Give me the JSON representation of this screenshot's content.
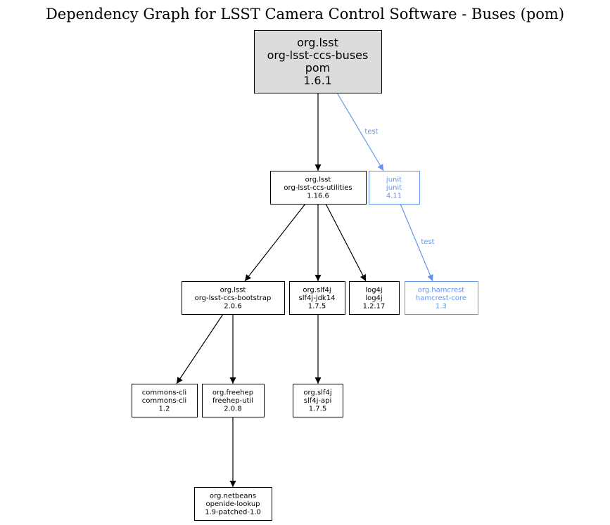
{
  "title": "Dependency Graph for LSST Camera Control Software - Buses (pom)",
  "colors": {
    "test": "#6495ed",
    "root_fill": "#dcdcdc",
    "default": "#000000"
  },
  "nodes": [
    {
      "id": "buses",
      "lines": [
        "org.lsst",
        "org-lsst-ccs-buses",
        "pom",
        "1.6.1"
      ],
      "kind": "root"
    },
    {
      "id": "utilities",
      "lines": [
        "org.lsst",
        "org-lsst-ccs-utilities",
        "1.16.6"
      ],
      "kind": "normal"
    },
    {
      "id": "junit",
      "lines": [
        "junit",
        "junit",
        "4.11"
      ],
      "kind": "test"
    },
    {
      "id": "bootstrap",
      "lines": [
        "org.lsst",
        "org-lsst-ccs-bootstrap",
        "2.0.6"
      ],
      "kind": "normal"
    },
    {
      "id": "slf4j-jdk14",
      "lines": [
        "org.slf4j",
        "slf4j-jdk14",
        "1.7.5"
      ],
      "kind": "normal"
    },
    {
      "id": "log4j",
      "lines": [
        "log4j",
        "log4j",
        "1.2.17"
      ],
      "kind": "normal"
    },
    {
      "id": "hamcrest",
      "lines": [
        "org.hamcrest",
        "hamcrest-core",
        "1.3"
      ],
      "kind": "test"
    },
    {
      "id": "commons-cli",
      "lines": [
        "commons-cli",
        "commons-cli",
        "1.2"
      ],
      "kind": "normal"
    },
    {
      "id": "freehep",
      "lines": [
        "org.freehep",
        "freehep-util",
        "2.0.8"
      ],
      "kind": "normal"
    },
    {
      "id": "slf4j-api",
      "lines": [
        "org.slf4j",
        "slf4j-api",
        "1.7.5"
      ],
      "kind": "normal"
    },
    {
      "id": "openide",
      "lines": [
        "org.netbeans",
        "openide-lookup",
        "1.9-patched-1.0"
      ],
      "kind": "normal"
    }
  ],
  "edges": [
    {
      "from": "buses",
      "to": "utilities",
      "label": ""
    },
    {
      "from": "buses",
      "to": "junit",
      "label": "test"
    },
    {
      "from": "utilities",
      "to": "bootstrap",
      "label": ""
    },
    {
      "from": "utilities",
      "to": "slf4j-jdk14",
      "label": ""
    },
    {
      "from": "utilities",
      "to": "log4j",
      "label": ""
    },
    {
      "from": "junit",
      "to": "hamcrest",
      "label": "test"
    },
    {
      "from": "bootstrap",
      "to": "commons-cli",
      "label": ""
    },
    {
      "from": "bootstrap",
      "to": "freehep",
      "label": ""
    },
    {
      "from": "slf4j-jdk14",
      "to": "slf4j-api",
      "label": ""
    },
    {
      "from": "freehep",
      "to": "openide",
      "label": ""
    }
  ]
}
